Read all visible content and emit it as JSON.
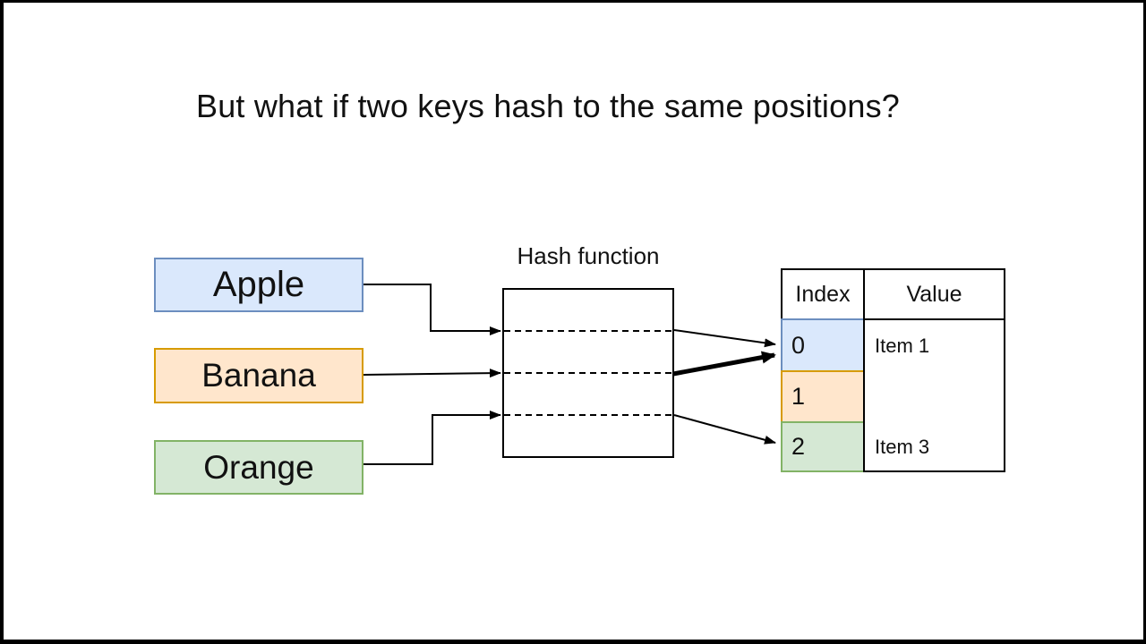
{
  "title": "But what if two keys hash to the same positions?",
  "colors": {
    "background": "#ffffff",
    "frame": "#000000",
    "stroke": "#000000",
    "apple_fill": "#dae8fc",
    "apple_border": "#6c8ebf",
    "banana_fill": "#ffe6cc",
    "banana_border": "#d79b00",
    "orange_fill": "#d5e8d4",
    "orange_border": "#82b366"
  },
  "diagram": {
    "keys": [
      {
        "label": "Apple"
      },
      {
        "label": "Banana"
      },
      {
        "label": "Orange"
      }
    ],
    "hash_function": {
      "label": "Hash function"
    },
    "hash_table": {
      "headers": [
        "Index",
        "Value"
      ],
      "rows": [
        {
          "index": "0",
          "value": "Item 1"
        },
        {
          "index": "1",
          "value": ""
        },
        {
          "index": "2",
          "value": "Item 3"
        }
      ]
    },
    "arrows": [
      {
        "from": "Apple",
        "to_index": "0",
        "emphasized": false
      },
      {
        "from": "Banana",
        "to_index": "0",
        "emphasized": true
      },
      {
        "from": "Orange",
        "to_index": "2",
        "emphasized": false
      }
    ]
  }
}
